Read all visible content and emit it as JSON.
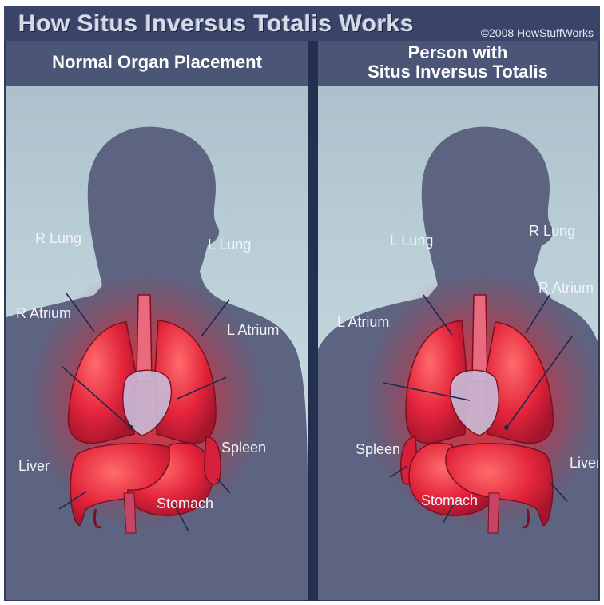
{
  "title": "How Situs Inversus Totalis Works",
  "copyright": "©2008 HowStuffWorks",
  "panels": [
    {
      "heading": "Normal Organ Placement",
      "labels": {
        "r_lung": "R Lung",
        "l_lung": "L Lung",
        "r_atrium": "R Atrium",
        "l_atrium": "L Atrium",
        "liver": "Liver",
        "spleen": "Spleen",
        "stomach": "Stomach"
      }
    },
    {
      "heading_line1": "Person with",
      "heading_line2": "Situs Inversus Totalis",
      "labels": {
        "l_lung": "L Lung",
        "r_lung": "R Lung",
        "r_atrium": "R Atrium",
        "l_atrium": "L Atrium",
        "spleen": "Spleen",
        "liver": "Liver",
        "stomach": "Stomach"
      }
    }
  ],
  "colors": {
    "frame": "#2f3a5e",
    "header": "#4b5677",
    "silhouette": "#5c6482",
    "organ": "#e0253a",
    "glow": "#ff3a3a"
  }
}
